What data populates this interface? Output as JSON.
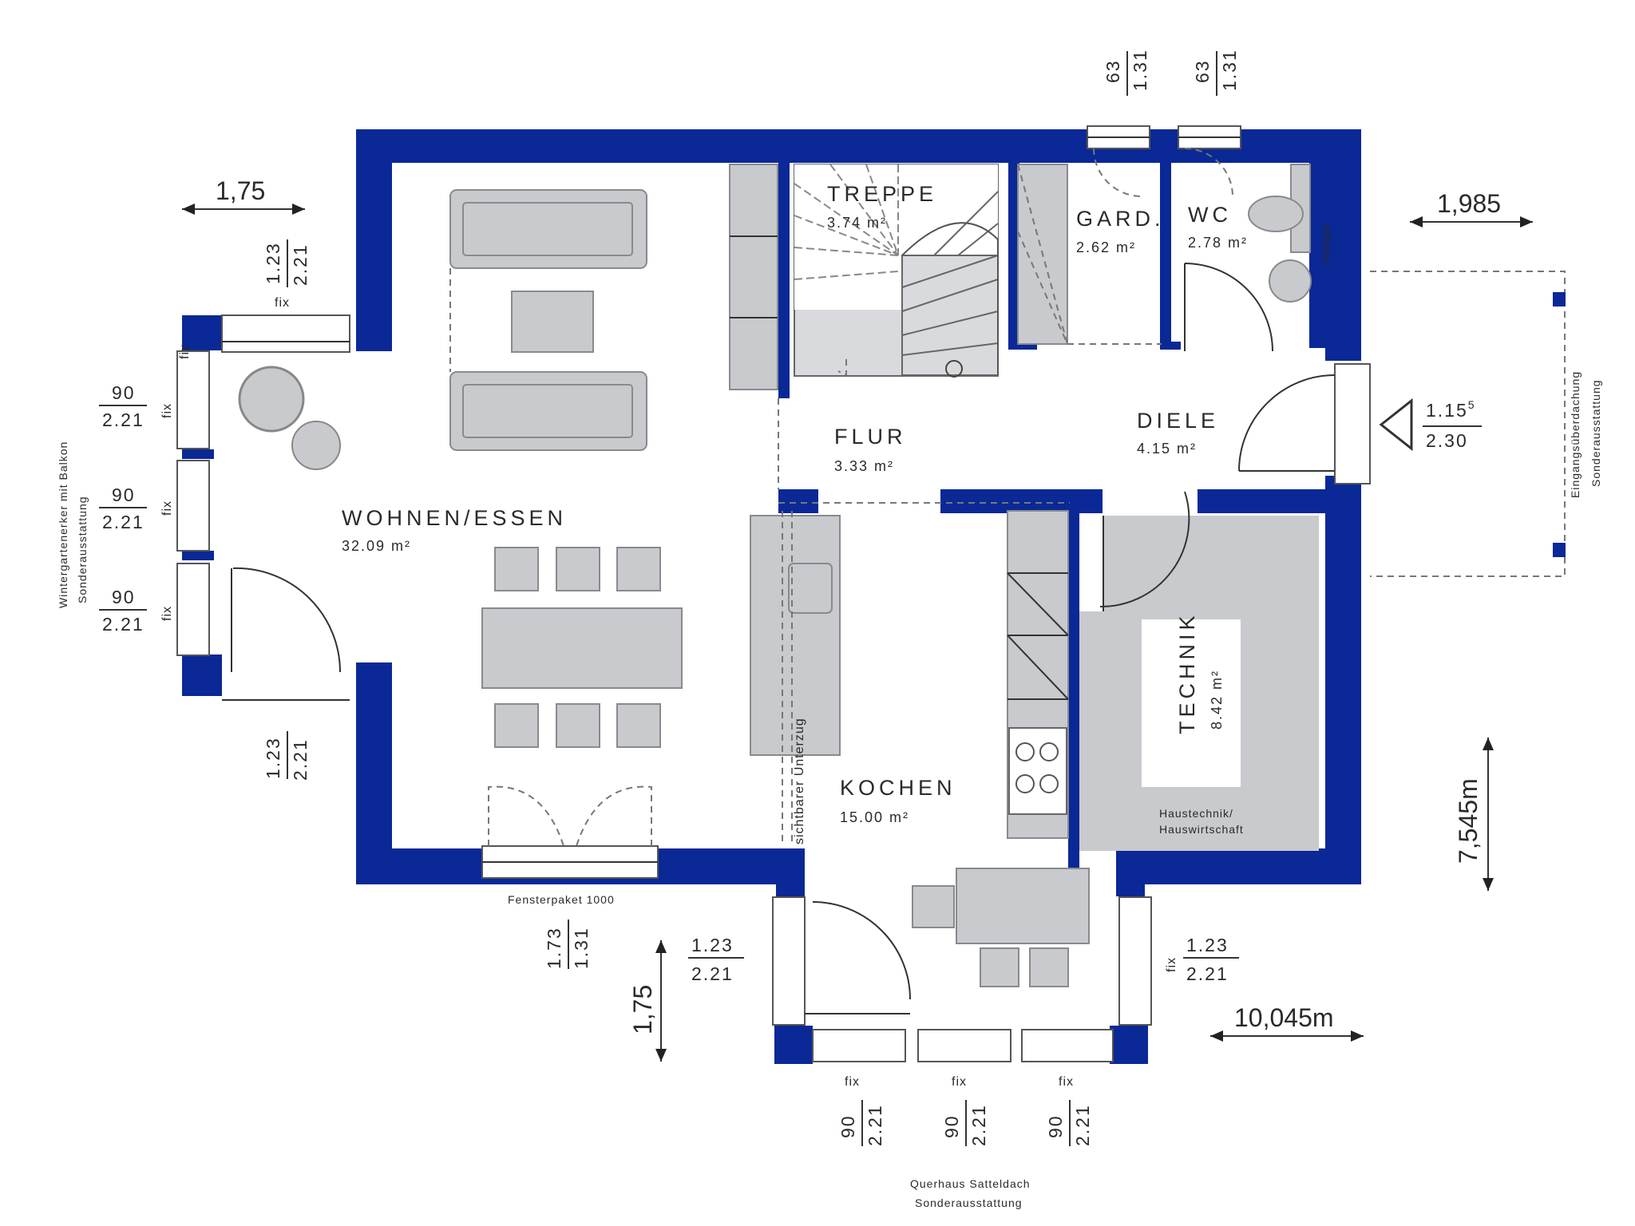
{
  "rooms": {
    "wohnen": {
      "name": "WOHNEN/ESSEN",
      "area": "32.09 m²"
    },
    "treppe": {
      "name": "TREPPE",
      "area": "3.74 m²"
    },
    "gard": {
      "name": "GARD.",
      "area": "2.62 m²"
    },
    "wc": {
      "name": "WC",
      "area": "2.78 m²"
    },
    "flur": {
      "name": "FLUR",
      "area": "3.33 m²"
    },
    "diele": {
      "name": "DIELE",
      "area": "4.15 m²"
    },
    "kochen": {
      "name": "KOCHEN",
      "area": "15.00 m²"
    },
    "technik": {
      "name": "TECHNIK",
      "area": "8.42 m²"
    }
  },
  "labels": {
    "wintergarten_1": "Wintergartenerker mit Balkon",
    "wintergarten_2": "Sonderausstattung",
    "eingang_1": "Eingangsüberdachung",
    "eingang_2": "Sonderausstattung",
    "querhaus_1": "Querhaus Satteldach",
    "querhaus_2": "Sonderausstattung",
    "fensterpaket": "Fensterpaket 1000",
    "unterzug": "sichtbarer Unterzug",
    "haustechnik_1": "Haustechnik/",
    "haustechnik_2": "Hauswirtschaft",
    "ablage": "Ablage",
    "fix": "fix"
  },
  "dimensions": {
    "top_left_width": "1,75",
    "top_right_width": "1,985",
    "right_height": "7,545m",
    "bottom_width": "10,045m",
    "bottom_height": "1,75",
    "entry_1": "1.15",
    "entry_1_sup": "5",
    "entry_2": "2.30"
  },
  "windows": {
    "top_1": {
      "top": "63",
      "bottom": "1.31"
    },
    "top_2": {
      "top": "63",
      "bottom": "1.31"
    },
    "left_top": {
      "top": "1.23",
      "bottom": "2.21"
    },
    "left_1": {
      "top": "90",
      "bottom": "2.21"
    },
    "left_2": {
      "top": "90",
      "bottom": "2.21"
    },
    "left_3": {
      "top": "90",
      "bottom": "2.21"
    },
    "left_bottom": {
      "top": "1.23",
      "bottom": "2.21"
    },
    "bottom_fenster": {
      "top": "1.73",
      "bottom": "1.31"
    },
    "kitchen_left": {
      "top": "1.23",
      "bottom": "2.21"
    },
    "kitchen_right": {
      "top": "1.23",
      "bottom": "2.21"
    },
    "bottom_1": {
      "top": "90",
      "bottom": "2.21"
    },
    "bottom_2": {
      "top": "90",
      "bottom": "2.21"
    },
    "bottom_3": {
      "top": "90",
      "bottom": "2.21"
    }
  },
  "colors": {
    "wall": "#0a2896",
    "furniture": "#c9cacd"
  }
}
